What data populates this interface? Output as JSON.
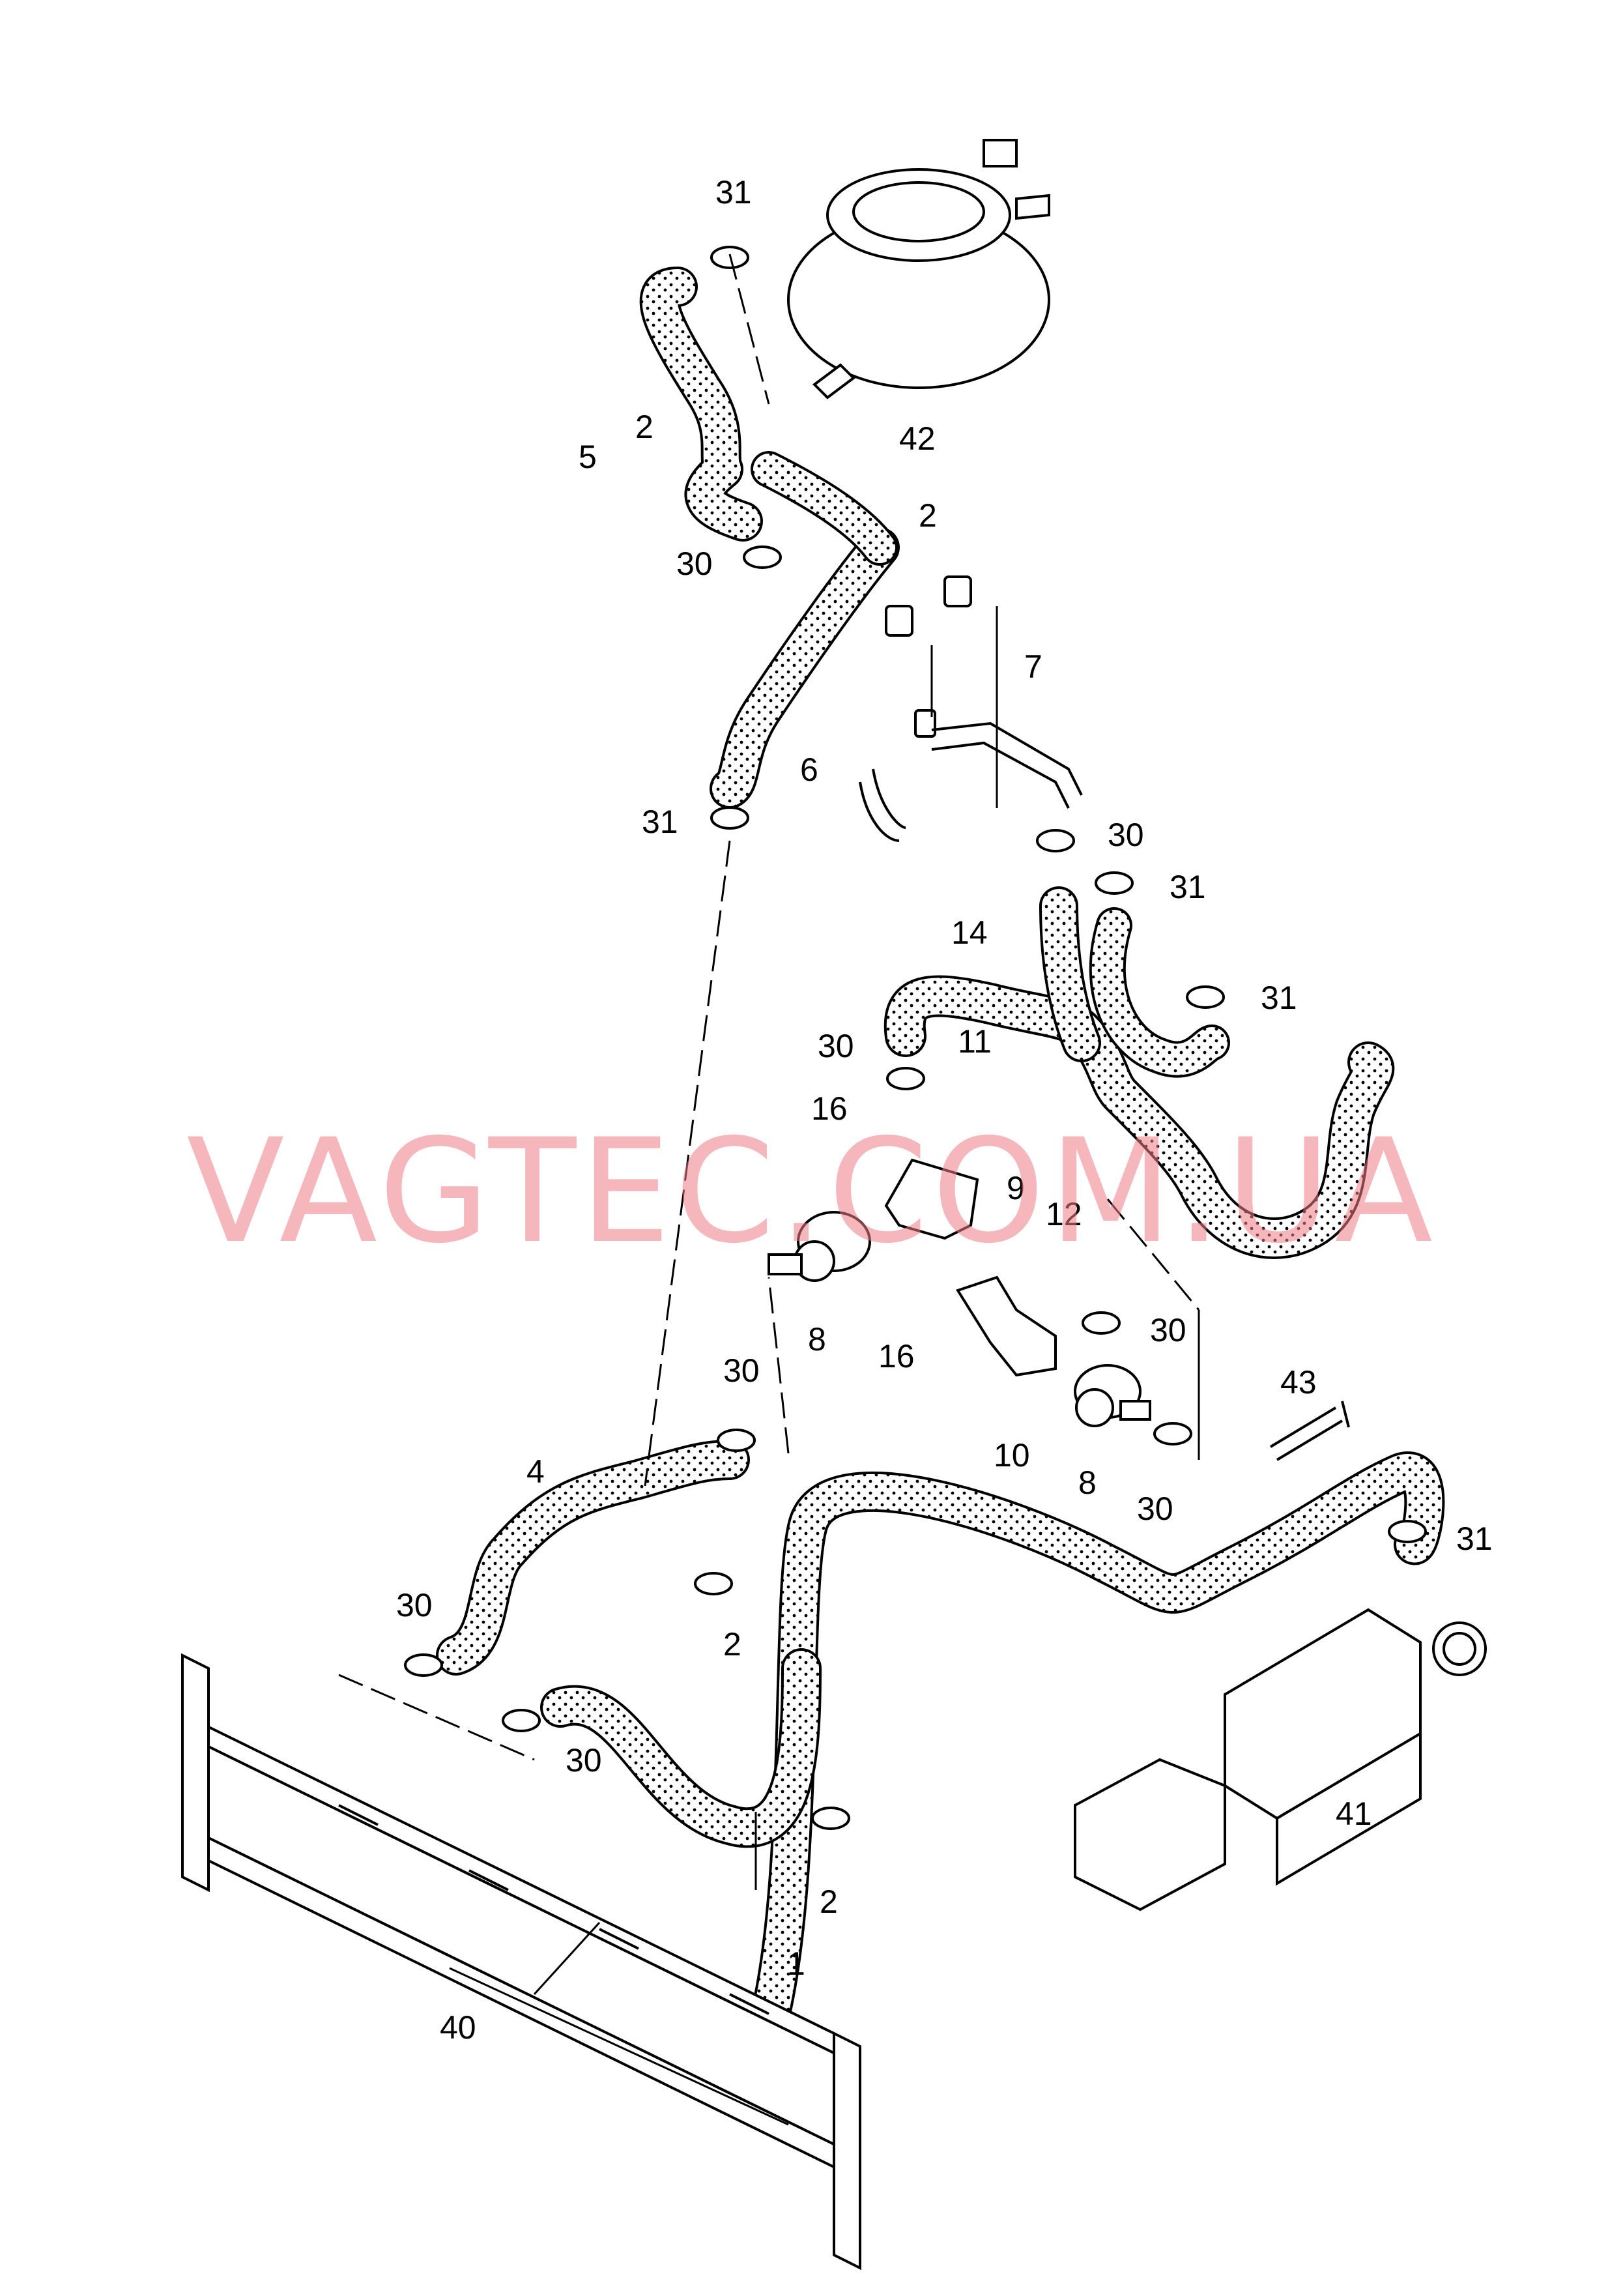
{
  "watermark": {
    "text": "VAGTEC.COM.UA",
    "color": "#f07e86"
  },
  "colors": {
    "line": "#000000",
    "hose_fill": "#ffffff",
    "dot": "#000000"
  },
  "callouts": [
    "31",
    "42",
    "5",
    "2",
    "30",
    "2",
    "7",
    "6",
    "31",
    "30",
    "31",
    "14",
    "31",
    "30",
    "11",
    "16",
    "9",
    "12",
    "30",
    "8",
    "16",
    "30",
    "43",
    "10",
    "8",
    "30",
    "4",
    "31",
    "30",
    "2",
    "30",
    "41",
    "2",
    "1",
    "40"
  ],
  "icons": {
    "expansion_tank": "expansion-tank-icon",
    "radiator": "radiator-icon",
    "intercooler": "intercooler-icon",
    "pump_upper": "coolant-pump-icon",
    "pump_lower": "coolant-pump-icon"
  }
}
